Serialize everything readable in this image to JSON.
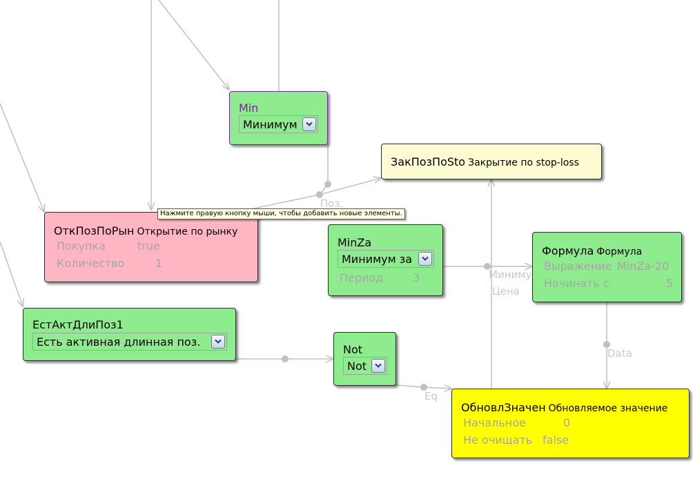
{
  "nodes": {
    "min": {
      "title": "Min",
      "combo": "Минимум"
    },
    "zakpoz": {
      "title": "ЗакПозПоSto",
      "description": "Закрытие по stop-loss"
    },
    "otkpoz": {
      "title": "ОткПозПоРын",
      "description": "Открытие по рынку",
      "props": [
        {
          "name": "Покупка",
          "value": "true"
        },
        {
          "name": "Количество",
          "value": "1"
        }
      ]
    },
    "minza": {
      "title": "MinZa",
      "combo": "Минимум за",
      "props": [
        {
          "name": "Период",
          "value": "3"
        }
      ]
    },
    "formula": {
      "title": "Формула",
      "description": "Формула",
      "props": [
        {
          "name": "Выражение",
          "value": "MinZa-20"
        },
        {
          "name": "Начинать с",
          "value": "5"
        }
      ]
    },
    "estakt": {
      "title": "ЕстАктДлиПоз1",
      "combo": "Есть активная длинная поз."
    },
    "not": {
      "title": "Not",
      "combo": "Not"
    },
    "obnovl": {
      "title": "ОбновлЗначен",
      "description": "Обновляемое значение",
      "props": [
        {
          "name": "Начальное",
          "value": "0"
        },
        {
          "name": "Не очищать",
          "value": "false"
        }
      ]
    }
  },
  "connection_labels": {
    "poz": "Поз.",
    "minimum": "Минимум",
    "cena": "Цена",
    "data": "Data",
    "eq": "Eq"
  },
  "tooltip": "Нажмите правую кнопку мыши, чтобы добавить новые элементы.",
  "icons": {
    "combo_arrow": "chevron-down-icon"
  },
  "colors": {
    "green_node": "#8eec8e",
    "pink_node": "#ffb6c2",
    "cream_node": "#fcfbd2",
    "yellow_node": "#ffff00",
    "connector": "#c0c0c0",
    "selected_title": "#7a1fa2"
  }
}
